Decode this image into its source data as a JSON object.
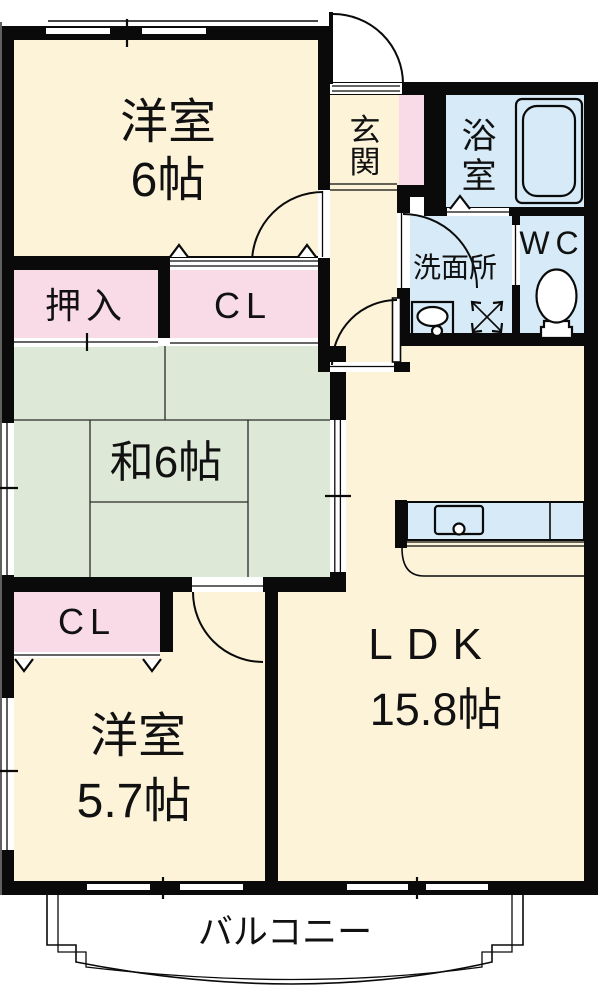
{
  "meta": {
    "type": "apartment-floor-plan"
  },
  "colors": {
    "room_cream": "#FCF3D9",
    "closet_pink": "#F9DBE7",
    "tatami_green": "#DDE8D6",
    "wet_blue": "#D6EBF7",
    "wall": "#0a0a0a",
    "background": "#FFFFFF"
  },
  "rooms": {
    "western_a": {
      "label": "洋室",
      "size": "6帖"
    },
    "entrance": {
      "char1": "玄",
      "char2": "関"
    },
    "bath": {
      "char1": "浴",
      "char2": "室"
    },
    "washroom": {
      "label": "洗面所"
    },
    "wc": {
      "label": "WC"
    },
    "oshiire": {
      "label": "押入"
    },
    "closet_a": {
      "label": "CL"
    },
    "japanese": {
      "label": "和6帖"
    },
    "closet_b": {
      "label": "CL"
    },
    "western_b": {
      "label": "洋室",
      "size": "5.7帖"
    },
    "ldk": {
      "label": "LDK",
      "size": "15.8帖"
    },
    "balcony": {
      "label": "バルコニー"
    }
  },
  "fixtures": {
    "bathtub": "bathtub-icon",
    "toilet": "toilet-icon",
    "sink": "washbasin-icon",
    "washer_pan": "washer-pan-icon",
    "kitchen_counter": "kitchen-counter-icon",
    "doors": "door-swing-arc-icon",
    "windows": "sliding-window-icon"
  }
}
